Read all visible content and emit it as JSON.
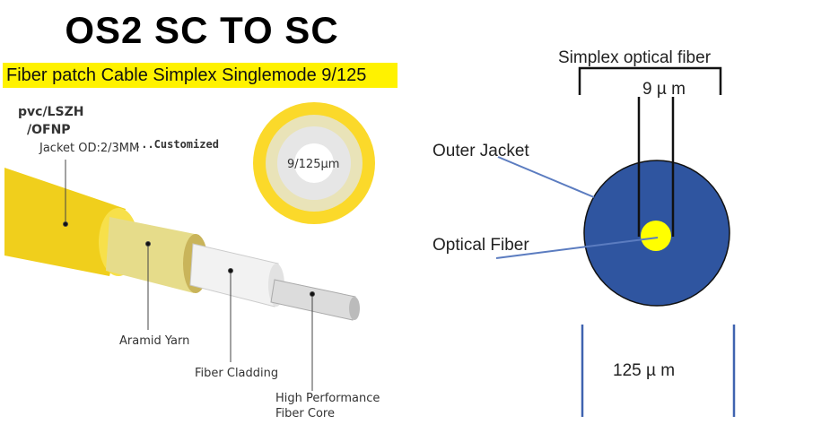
{
  "title": "OS2 SC TO SC",
  "banner": "Fiber patch Cable Simplex Singlemode 9/125",
  "left_diagram": {
    "jacket_material_1": "pvc/LSZH",
    "jacket_material_2": "/OFNP",
    "jacket_od": "Jacket OD:2/3MM",
    "customized": "...Customized",
    "cross_section_label": "9/125μm",
    "aramid_yarn": "Aramid Yarn",
    "fiber_cladding": "Fiber Cladding",
    "core_line1": "High Performance",
    "core_line2": "Fiber Core"
  },
  "right_diagram": {
    "simplex_label": "Simplex optical fiber",
    "core_size": "9 µ m",
    "outer_jacket": "Outer Jacket",
    "optical_fiber": "Optical Fiber",
    "cladding_size": "125 µ m"
  },
  "colors": {
    "jacket_yellow": "#f2d21e",
    "banner_yellow": "#fff200",
    "jacket_blue": "#2f55a0",
    "core_yellow": "#ffff00"
  }
}
